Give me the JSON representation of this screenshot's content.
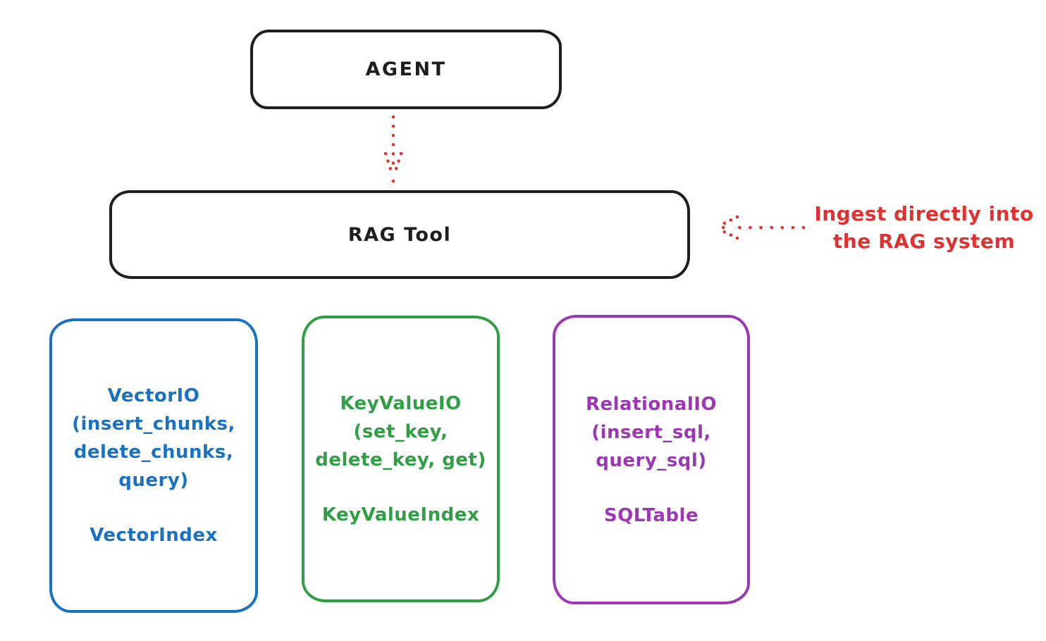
{
  "colors": {
    "ink": "#1e1e1e",
    "red": "#e03131",
    "blue": "#1971c2",
    "green": "#2f9e44",
    "purple": "#9c36b5",
    "bg": "#ffffff"
  },
  "nodes": {
    "agent": {
      "label": "AGENT"
    },
    "rag_tool": {
      "label": "RAG Tool"
    }
  },
  "annotation": {
    "text": "Ingest directly into\nthe RAG system"
  },
  "arrows": [
    {
      "name": "agent-to-rag-tool",
      "style": "dotted",
      "color": "#e03131",
      "direction": "down"
    },
    {
      "name": "annotation-to-rag-tool",
      "style": "dotted",
      "color": "#e03131",
      "direction": "left"
    }
  ],
  "backends": [
    {
      "name": "vector-io",
      "color": "#1971c2",
      "io_label": "VectorIO\n(insert_chunks,\ndelete_chunks,\nquery)",
      "index_label": "VectorIndex"
    },
    {
      "name": "keyvalue-io",
      "color": "#2f9e44",
      "io_label": "KeyValueIO\n(set_key,\ndelete_key, get)",
      "index_label": "KeyValueIndex"
    },
    {
      "name": "relational-io",
      "color": "#9c36b5",
      "io_label": "RelationalIO\n(insert_sql,\nquery_sql)",
      "index_label": "SQLTable"
    }
  ]
}
